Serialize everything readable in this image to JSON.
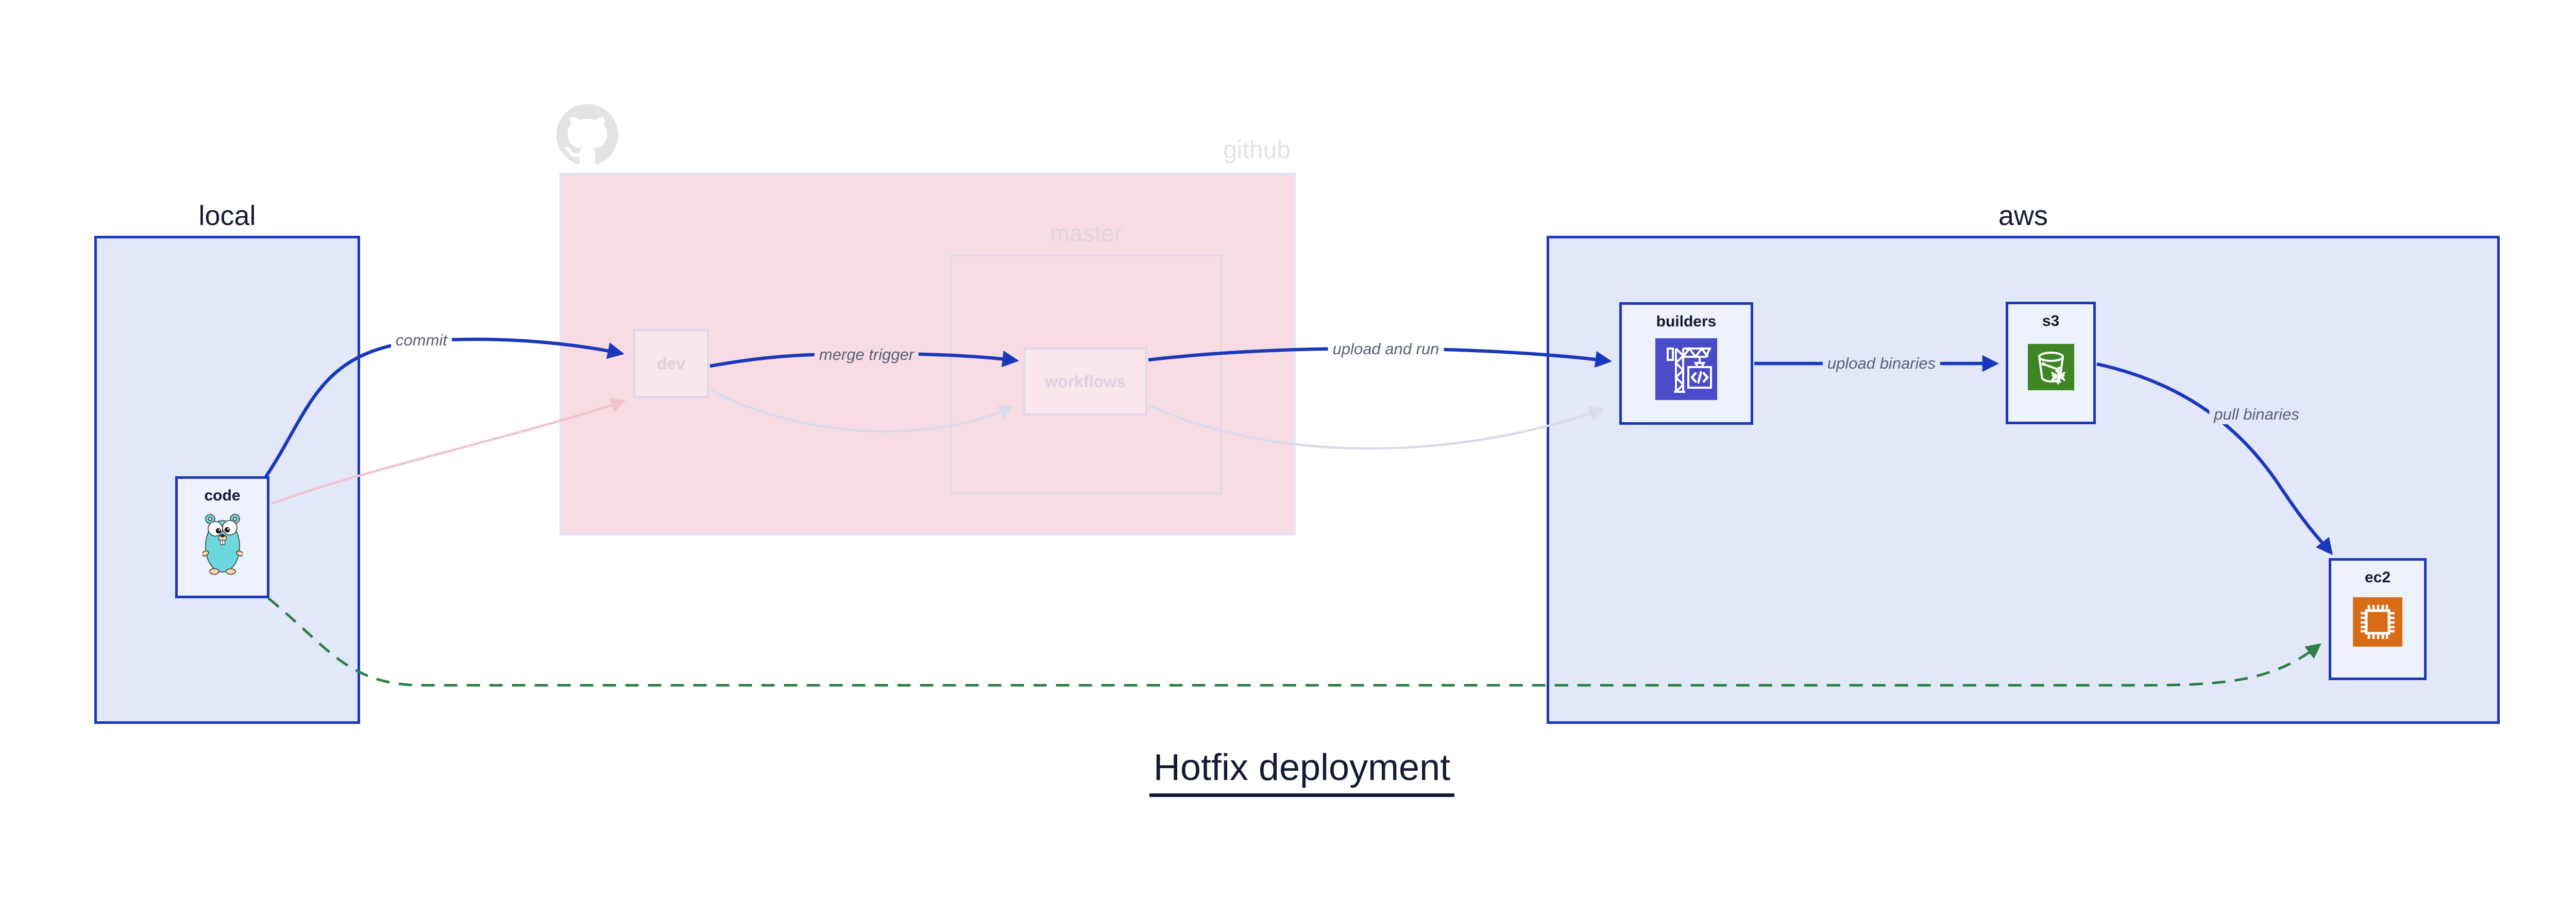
{
  "title": "Hotfix deployment",
  "groups": {
    "local": {
      "label": "local"
    },
    "github": {
      "label": "github",
      "master_label": "master"
    },
    "aws": {
      "label": "aws"
    }
  },
  "nodes": {
    "code": {
      "label": "code"
    },
    "dev": {
      "label": "dev"
    },
    "workflows": {
      "label": "workflows"
    },
    "builders": {
      "label": "builders"
    },
    "s3": {
      "label": "s3"
    },
    "ec2": {
      "label": "ec2"
    }
  },
  "edges": {
    "commit": {
      "label": "commit"
    },
    "merge_trigger": {
      "label": "merge trigger"
    },
    "upload_and_run": {
      "label": "upload and run"
    },
    "upload_binaries": {
      "label": "upload binaries"
    },
    "pull_binaries": {
      "label": "pull binaries"
    }
  },
  "icons": {
    "octocat": "github-octocat-icon",
    "gopher": "go-gopher-icon",
    "builders": "codebuild-crane-icon",
    "s3": "s3-bucket-icon",
    "ec2": "ec2-chip-icon"
  },
  "colors": {
    "accent_blue": "#1a38bb",
    "green_dashed": "#2d7f45",
    "ink": "#131a34",
    "edge_label": "#566074",
    "group_fill": "#e2e8f9",
    "node_fill": "#eef2fc",
    "github_pink": "#f8dce3",
    "github_border": "#e0e4f5",
    "gray_watermark": "#e3e3e3",
    "faded_border": "#dcd9ea",
    "faded_node_fill": "#f9e5ea",
    "faded_dev_text": "#e0d0da",
    "faded_workflows_text": "#ded2e3",
    "faded_master_text": "#e2d4dc",
    "faded_pink_arrow": "#f2c3cd",
    "faded_lavender_arrow": "#dcd9ee",
    "builders_icon_bg": "#4a4bc8",
    "s3_icon_bg": "#3e8624",
    "ec2_icon_bg": "#d86c16",
    "gopher_teal": "#6dd7de",
    "gopher_skin": "#f6d7b0"
  }
}
